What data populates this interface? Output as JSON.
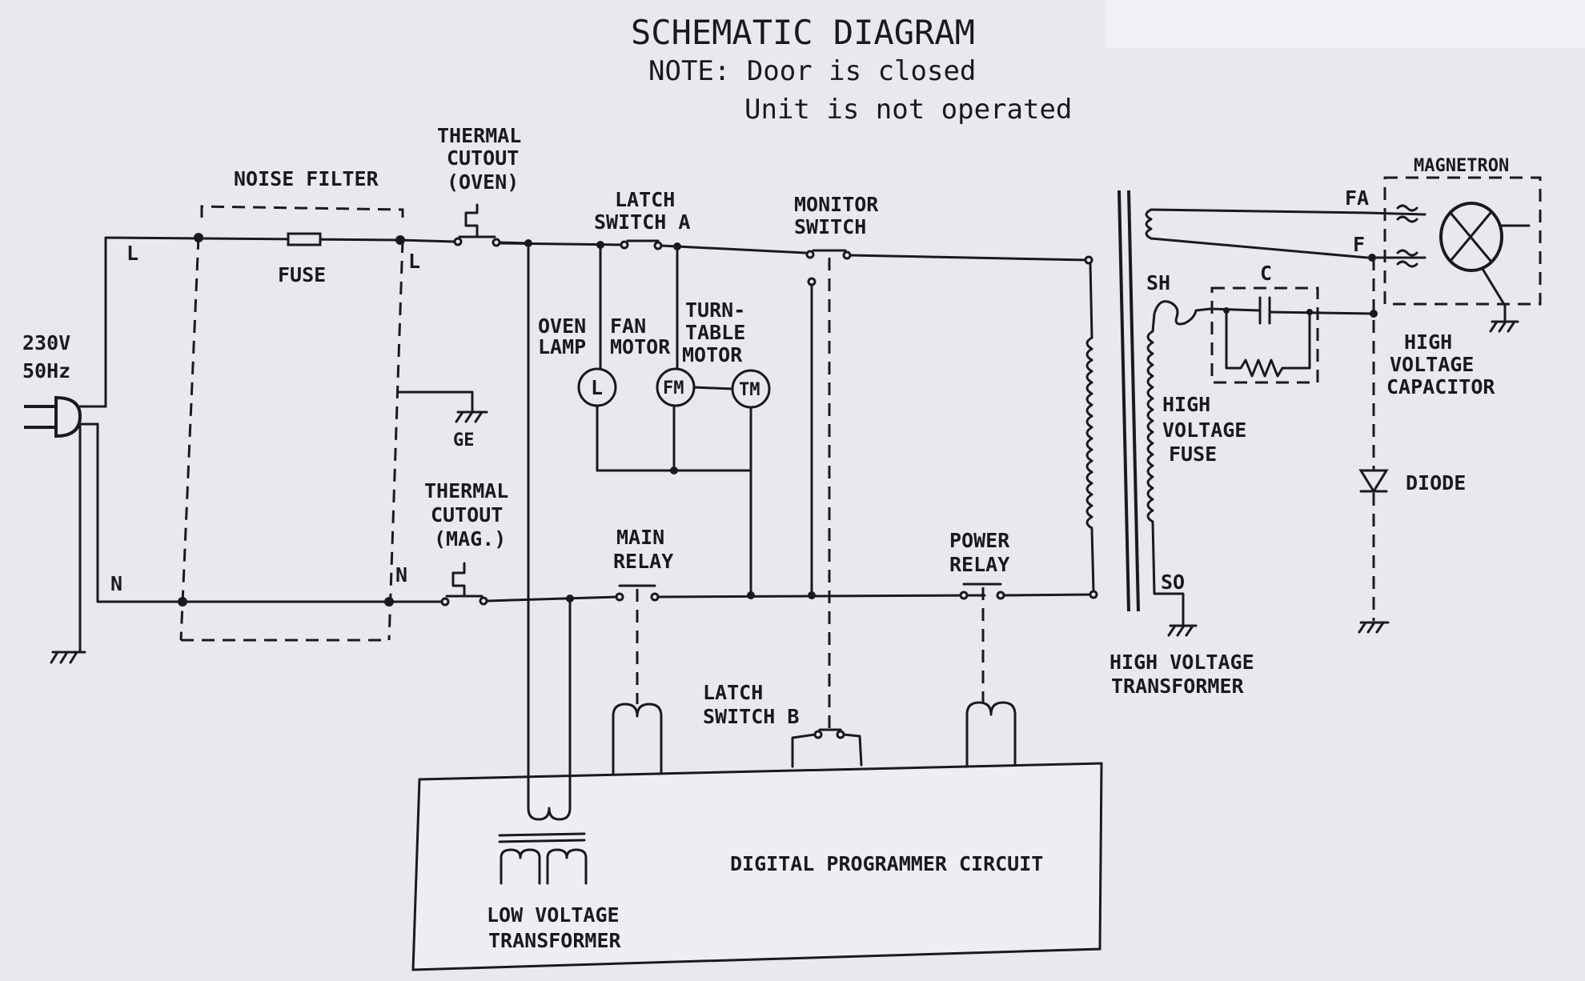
{
  "title": "SCHEMATIC   DIAGRAM",
  "note": {
    "line1": "NOTE: Door is closed",
    "line2": "Unit is not operated"
  },
  "labels": {
    "supply_voltage": "230V",
    "supply_freq": "50Hz",
    "noise_filter": "NOISE FILTER",
    "fuse": "FUSE",
    "L_left": "L",
    "L_right": "L",
    "N_left": "N",
    "N_right": "N",
    "ground_ge": "GE",
    "thermal_cutout_oven_1": "THERMAL",
    "thermal_cutout_oven_2": "CUTOUT",
    "thermal_cutout_oven_3": "(OVEN)",
    "thermal_cutout_mag_1": "THERMAL",
    "thermal_cutout_mag_2": "CUTOUT",
    "thermal_cutout_mag_3": "(MAG.)",
    "latch_switch_a_1": "LATCH",
    "latch_switch_a_2": "SWITCH A",
    "monitor_switch_1": "MONITOR",
    "monitor_switch_2": "SWITCH",
    "oven_lamp_1": "OVEN",
    "oven_lamp_2": "LAMP",
    "fan_motor_1": "FAN",
    "fan_motor_2": "MOTOR",
    "turntable_motor_1": "TURN-",
    "turntable_motor_2": "TABLE",
    "turntable_motor_3": "MOTOR",
    "lamp_symbol": "L",
    "fan_symbol": "FM",
    "turntable_symbol": "TM",
    "main_relay_1": "MAIN",
    "main_relay_2": "RELAY",
    "power_relay_1": "POWER",
    "power_relay_2": "RELAY",
    "latch_switch_b_1": "LATCH",
    "latch_switch_b_2": "SWITCH B",
    "digital_programmer": "DIGITAL PROGRAMMER CIRCUIT",
    "low_voltage_transformer_1": "LOW VOLTAGE",
    "low_voltage_transformer_2": "TRANSFORMER",
    "high_voltage_transformer_1": "HIGH VOLTAGE",
    "high_voltage_transformer_2": "TRANSFORMER",
    "hv_fuse_1": "HIGH",
    "hv_fuse_2": "VOLTAGE",
    "hv_fuse_3": "FUSE",
    "sh": "SH",
    "so": "SO",
    "c": "C",
    "fa": "FA",
    "f": "F",
    "magnetron": "MAGNETRON",
    "hv_capacitor_1": "HIGH",
    "hv_capacitor_2": "VOLTAGE",
    "hv_capacitor_3": "CAPACITOR",
    "diode": "DIODE"
  }
}
